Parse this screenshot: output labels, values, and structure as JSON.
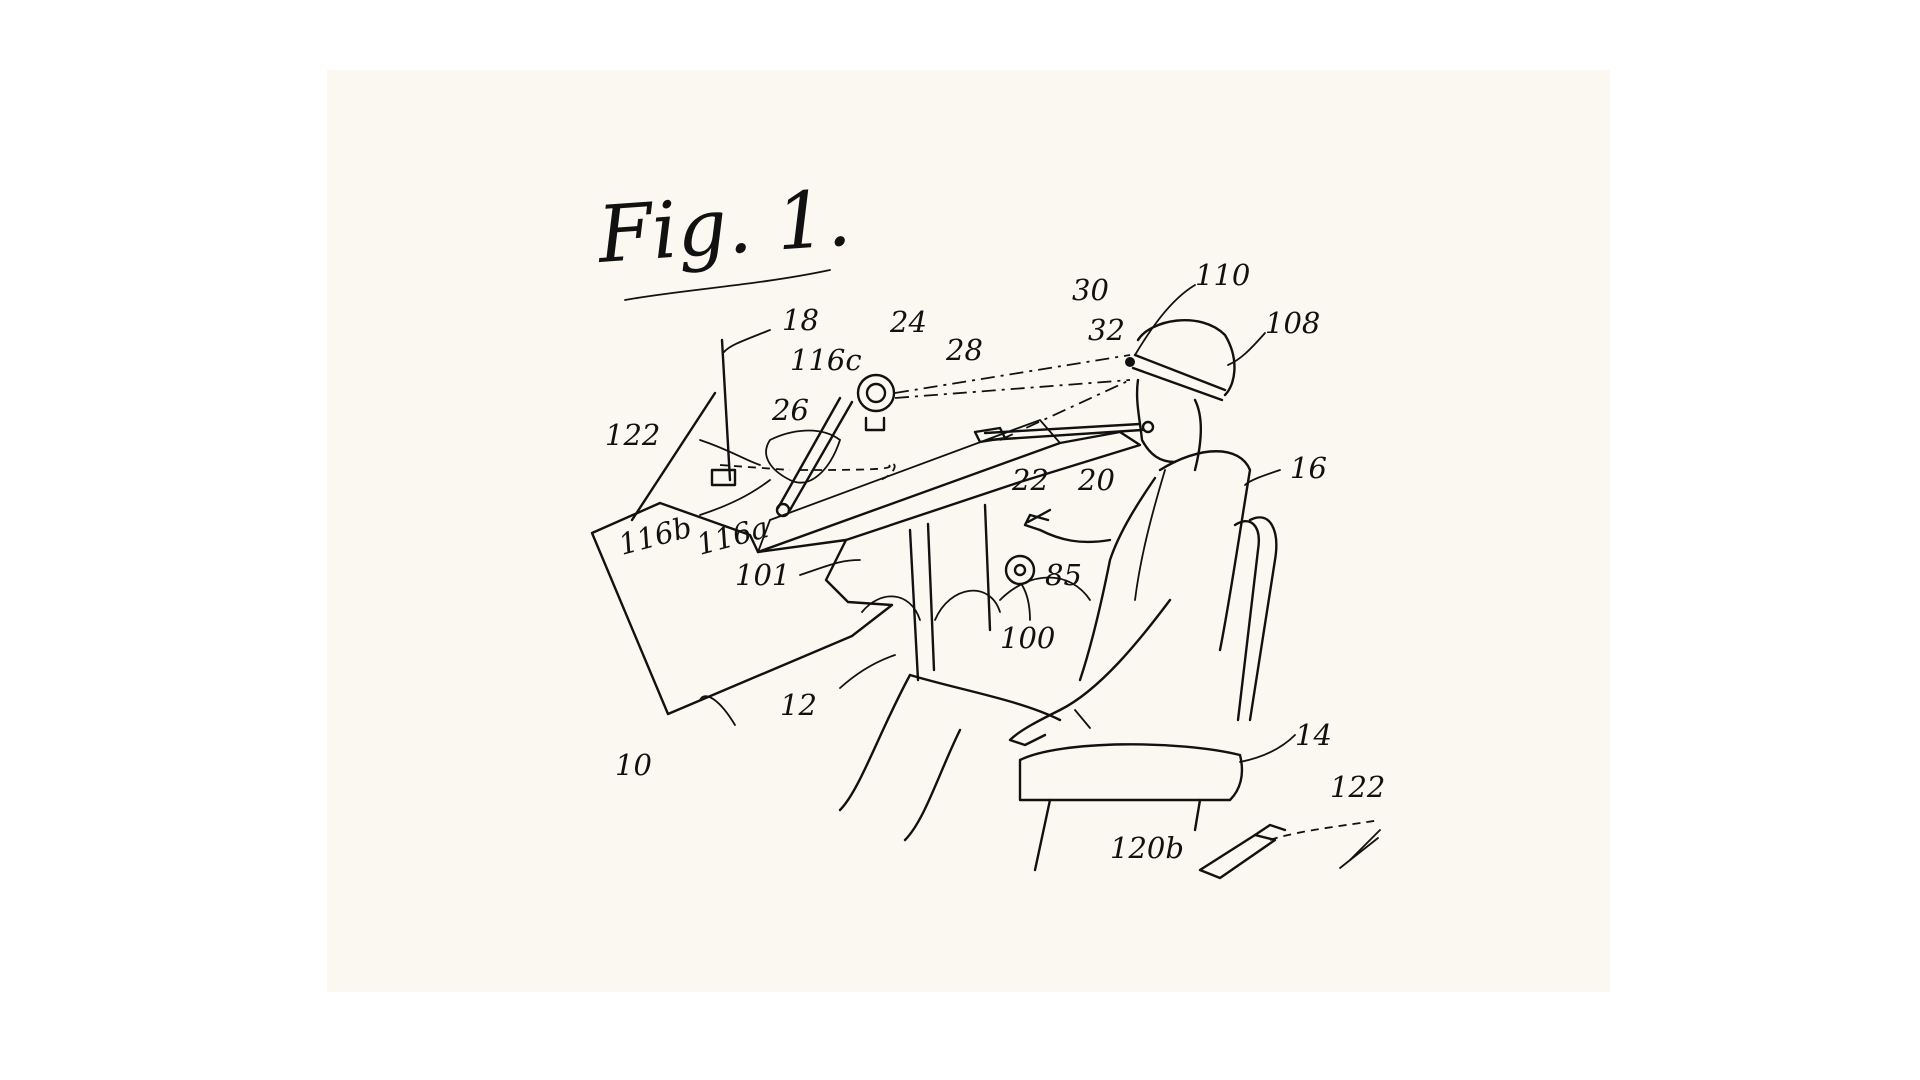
{
  "figure": {
    "title": "Fig. 1.",
    "labels": {
      "l10": "10",
      "l12": "12",
      "l14": "14",
      "l16": "16",
      "l18": "18",
      "l20": "20",
      "l22": "22",
      "l24": "24",
      "l26": "26",
      "l28": "28",
      "l30": "30",
      "l32": "32",
      "l85": "85",
      "l100": "100",
      "l101": "101",
      "l108": "108",
      "l110": "110",
      "l116a": "116a",
      "l116b": "116b",
      "l116c": "116c",
      "l120b": "120b",
      "l122_left": "122",
      "l122_right": "122"
    }
  }
}
